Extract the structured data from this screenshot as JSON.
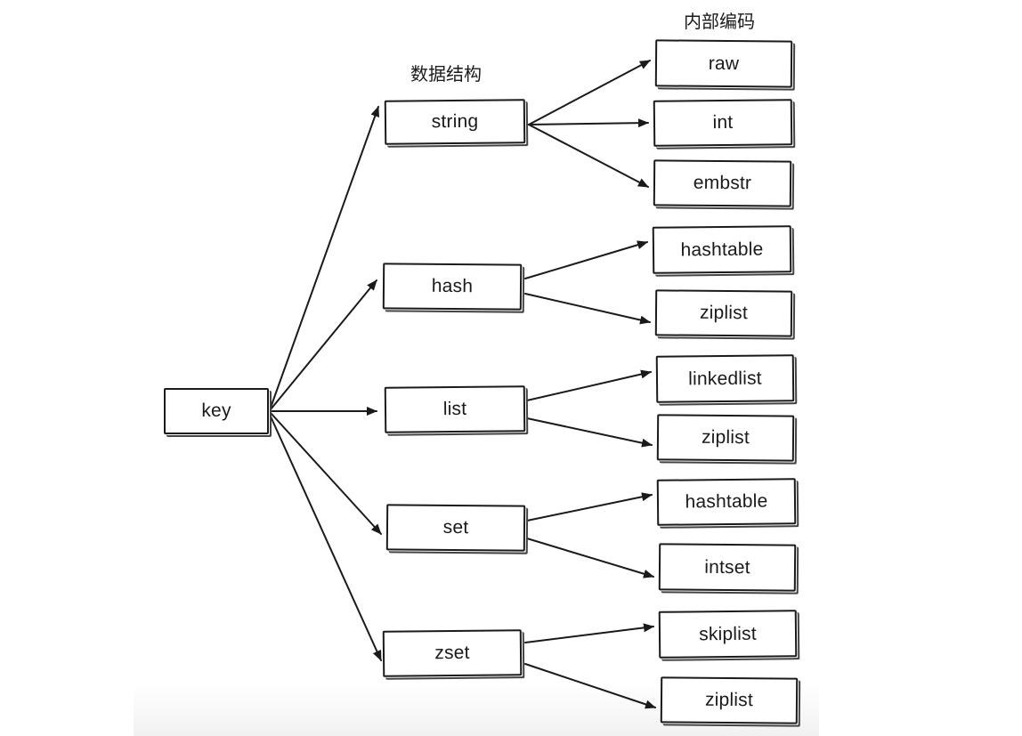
{
  "headers": {
    "structure": "数据结构",
    "encoding": "内部编码"
  },
  "root": "key",
  "structures": [
    {
      "id": "string",
      "label": "string",
      "encodings": [
        "raw",
        "int",
        "embstr"
      ]
    },
    {
      "id": "hash",
      "label": "hash",
      "encodings": [
        "hashtable",
        "ziplist"
      ]
    },
    {
      "id": "list",
      "label": "list",
      "encodings": [
        "linkedlist",
        "ziplist"
      ]
    },
    {
      "id": "set",
      "label": "set",
      "encodings": [
        "hashtable",
        "intset"
      ]
    },
    {
      "id": "zset",
      "label": "zset",
      "encodings": [
        "skiplist",
        "ziplist"
      ]
    }
  ],
  "colors": {
    "stroke": "#1a1a1a",
    "text": "#1a1a1a",
    "background": "#ffffff"
  }
}
